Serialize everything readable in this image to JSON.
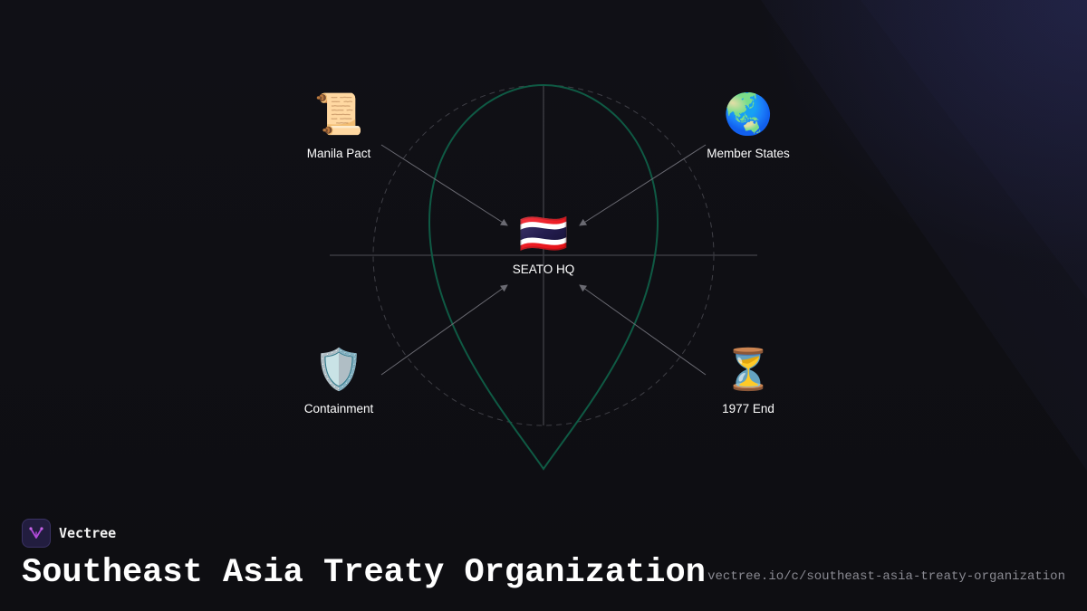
{
  "diagram": {
    "center": {
      "emoji": "🇹🇭",
      "label": "SEATO HQ",
      "icon": "thailand-flag-icon"
    },
    "nodes": [
      {
        "emoji": "📜",
        "label": "Manila Pact",
        "icon": "scroll-icon"
      },
      {
        "emoji": "🌏",
        "label": "Member States",
        "icon": "globe-icon"
      },
      {
        "emoji": "🛡️",
        "label": "Containment",
        "icon": "shield-icon"
      },
      {
        "emoji": "⏳",
        "label": "1977 End",
        "icon": "hourglass-icon"
      }
    ],
    "colors": {
      "pin_outline": "#0f5a44",
      "axis_lines": "#3a3a40",
      "dashed_circle": "#3f3f46",
      "arrows": "#6a6a72"
    }
  },
  "brand": {
    "name": "Vectree",
    "logo_icon": "vectree-logo-icon",
    "logo_color": "#b04ad8"
  },
  "footer": {
    "title": "Southeast Asia Treaty Organization",
    "url": "vectree.io/c/southeast-asia-treaty-organization"
  }
}
